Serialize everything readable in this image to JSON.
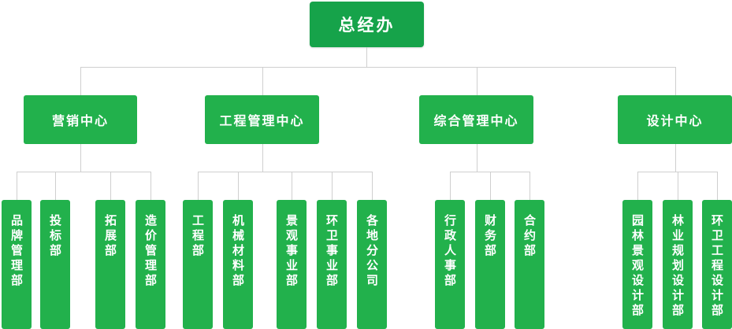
{
  "title": "总经办",
  "colors": {
    "box": "#22b14c",
    "root": "#16a34a",
    "line": "#cfcfcf",
    "text": "#ffffff"
  },
  "centers": [
    {
      "label": "营销中心",
      "departments": [
        "品牌管理部",
        "投标部",
        "拓展部",
        "造价管理部"
      ]
    },
    {
      "label": "工程管理中心",
      "departments": [
        "工程部",
        "机械材料部",
        "景观事业部",
        "环卫事业部",
        "各地分公司"
      ]
    },
    {
      "label": "综合管理中心",
      "departments": [
        "行政人事部",
        "财务部",
        "合约部"
      ]
    },
    {
      "label": "设计中心",
      "departments": [
        "园林景观设计部",
        "林业规划设计部",
        "环卫工程设计部"
      ]
    }
  ]
}
